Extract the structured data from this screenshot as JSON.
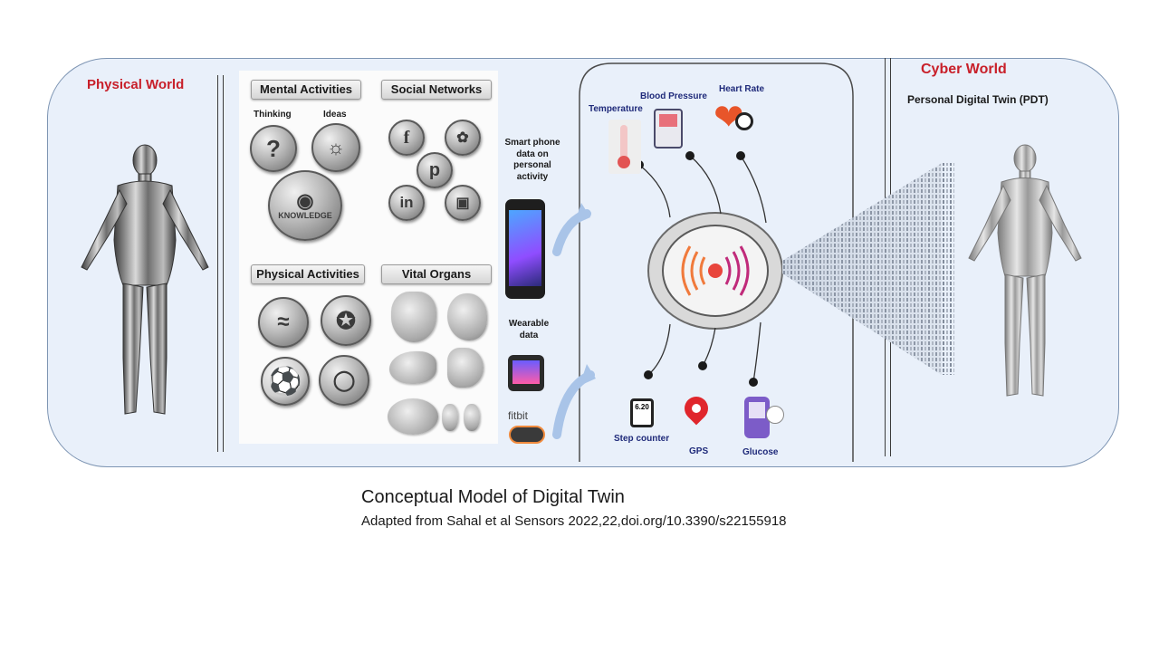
{
  "physical_world": {
    "title": "Physical World"
  },
  "cyber_world": {
    "title": "Cyber World",
    "subtitle": "Personal Digital Twin (PDT)"
  },
  "categories": {
    "mental": {
      "label": "Mental Activities",
      "thinking": "Thinking",
      "ideas": "Ideas",
      "knowledge": "KNOWLEDGE"
    },
    "social": {
      "label": "Social Networks",
      "icons": [
        "f",
        "p",
        "in"
      ]
    },
    "physical": {
      "label": "Physical Activities"
    },
    "vital": {
      "label": "Vital Organs"
    }
  },
  "phone": {
    "label_lines": [
      "Smart phone",
      "data on",
      "personal",
      "activity"
    ]
  },
  "wearable": {
    "label_lines": [
      "Wearable",
      "data"
    ],
    "brand": "fitbit"
  },
  "sensors": {
    "temperature": "Temperature",
    "blood_pressure": "Blood Pressure",
    "heart_rate": "Heart Rate",
    "step_counter": "Step counter",
    "gps": "GPS",
    "glucose": "Glucose",
    "step_display": "6.20"
  },
  "caption": {
    "title": "Conceptual Model of Digital Twin",
    "source": "Adapted from Sahal et al Sensors 2022,22,doi.org/10.3390/s22155918"
  },
  "colors": {
    "frame_fill": "#e9f0fa",
    "frame_border": "#7e95b3",
    "world_title": "#c8202a",
    "sensor_label": "#1f2a7a"
  }
}
